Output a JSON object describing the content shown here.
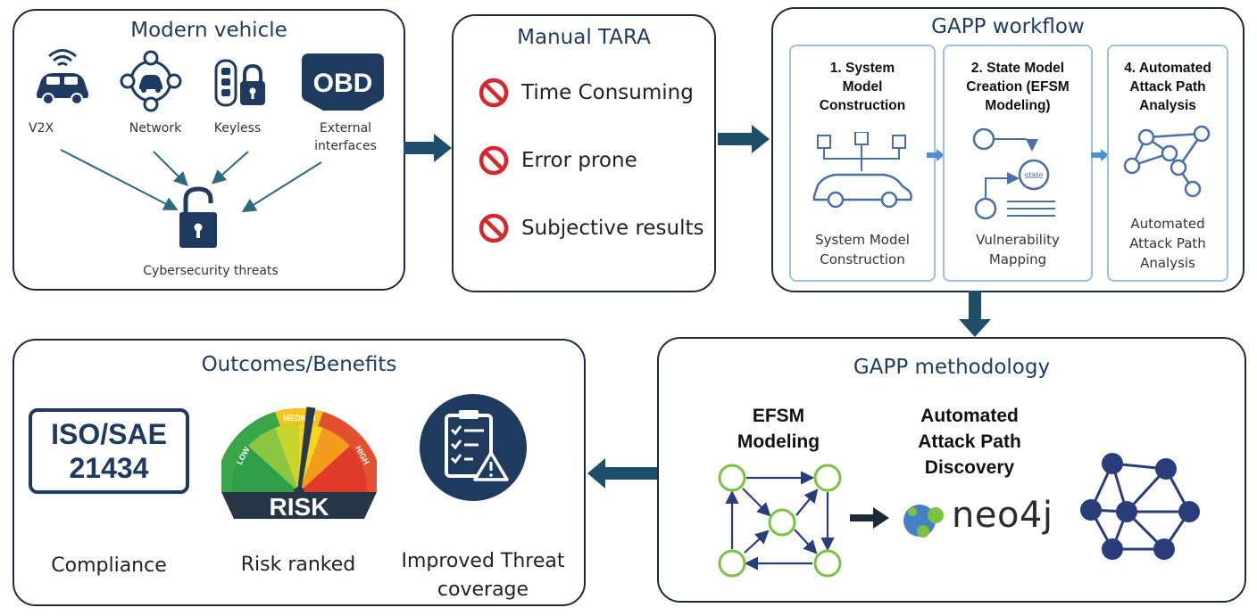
{
  "modern_vehicle": {
    "title": "Modern vehicle",
    "items": [
      {
        "label": "V2X",
        "icon": "car-wireless-icon"
      },
      {
        "label": "Network",
        "icon": "network-car-icon"
      },
      {
        "label": "Keyless",
        "icon": "key-fob-lock-icon"
      },
      {
        "label": "External interfaces",
        "icon": "obd-port-icon"
      }
    ],
    "obd_text": "OBD",
    "threats_label": "Cybersecurity threats"
  },
  "manual_tara": {
    "title": "Manual TARA",
    "items": [
      "Time Consuming",
      "Error prone",
      "Subjective results"
    ]
  },
  "gapp_workflow": {
    "title": "GAPP workflow",
    "steps": [
      {
        "heading": "1. System Model Construction",
        "caption": "System Model Construction"
      },
      {
        "heading": "2. State Model Creation (EFSM Modeling)",
        "caption": "Vulnerability Mapping",
        "icon_text": "state"
      },
      {
        "heading": "4. Automated Attack Path Analysis",
        "caption": "Automated Attack Path Analysis"
      }
    ]
  },
  "gapp_methodology": {
    "title": "GAPP methodology",
    "efsm_heading": "EFSM Modeling",
    "discovery_heading": "Automated Attack Path Discovery",
    "neo4j_text": "neo4j"
  },
  "outcomes": {
    "title": "Outcomes/Benefits",
    "iso_line1": "ISO/SAE",
    "iso_line2": "21434",
    "gauge": {
      "low": "LOW",
      "medium": "MEDIUM",
      "high": "HIGH",
      "risk": "RISK"
    },
    "labels": [
      "Compliance",
      "Risk ranked",
      "Improved Threat coverage"
    ]
  },
  "colors": {
    "navy": "#1e3a5f",
    "arrow": "#1f4e6b",
    "red": "#d9262c",
    "light_blue": "#9cc0e4",
    "green": "#7cc242",
    "graph_node": "#2a3d7a"
  }
}
